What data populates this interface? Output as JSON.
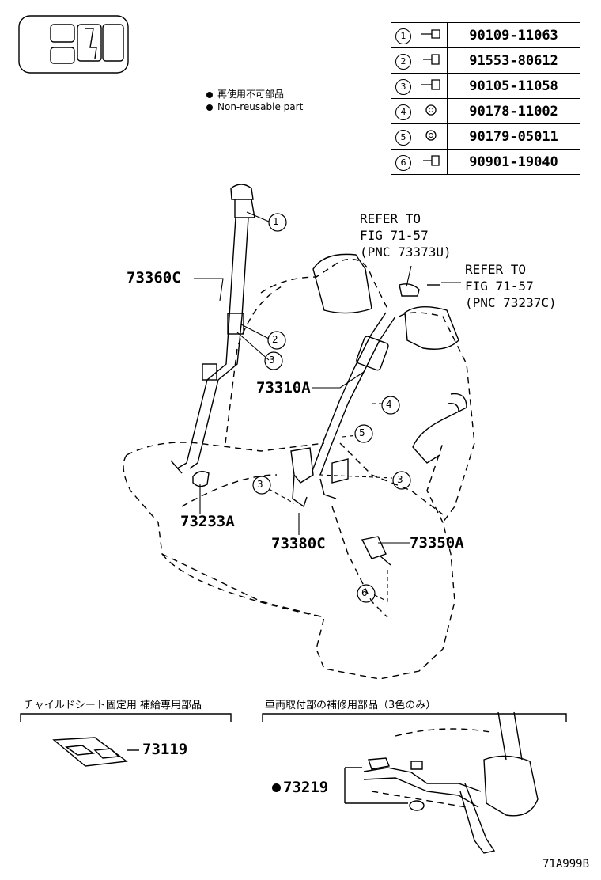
{
  "legend": {
    "non_reusable_jp": "再使用不可部品",
    "non_reusable_en": "Non-reusable part"
  },
  "parts_table": [
    {
      "no": "1",
      "part": "90109-11063",
      "icon": "bolt-icon"
    },
    {
      "no": "2",
      "part": "91553-80612",
      "icon": "bolt-icon"
    },
    {
      "no": "3",
      "part": "90105-11058",
      "icon": "bolt-icon"
    },
    {
      "no": "4",
      "part": "90178-11002",
      "icon": "nut-icon"
    },
    {
      "no": "5",
      "part": "90179-05011",
      "icon": "nut-icon"
    },
    {
      "no": "6",
      "part": "90901-19040",
      "icon": "bolt-icon"
    }
  ],
  "refs": {
    "ref1": {
      "line1": "REFER TO",
      "line2": "FIG 71-57",
      "line3": "(PNC 73373U)"
    },
    "ref2": {
      "line1": "REFER TO",
      "line2": "FIG 71-57",
      "line3": "(PNC 73237C)"
    }
  },
  "callouts": {
    "c73360C": "73360C",
    "c73310A": "73310A",
    "c73233A": "73233A",
    "c73380C": "73380C",
    "c73350A": "73350A",
    "c73119": "73119",
    "c73219": "73219"
  },
  "circled": {
    "one": "1",
    "two": "2",
    "three": "3",
    "four": "4",
    "five": "5",
    "six": "6"
  },
  "sections": {
    "child_seat_jp": "チャイルドシート固定用 補給専用部品",
    "vehicle_mount_jp": "車両取付部の補修用部品（3色のみ）"
  },
  "figure_id": "71A999B"
}
